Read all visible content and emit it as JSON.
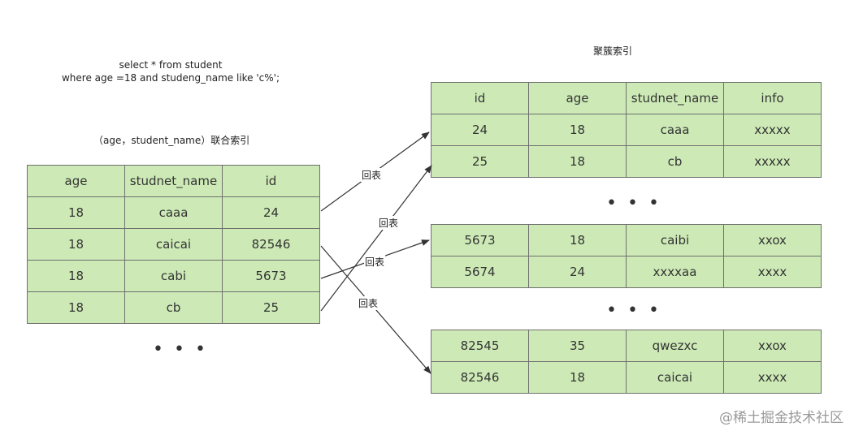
{
  "query": {
    "line1": "select * from student",
    "line2": "where age =18 and studeng_name like 'c%';"
  },
  "labels": {
    "clustered_index": "聚簇索引",
    "composite_index": "（age，student_name）联合索引",
    "table_lookup": "回表"
  },
  "composite_index_table": {
    "headers": [
      "age",
      "studnet_name",
      "id"
    ],
    "rows": [
      [
        "18",
        "caaa",
        "24"
      ],
      [
        "18",
        "caicai",
        "82546"
      ],
      [
        "18",
        "cabi",
        "5673"
      ],
      [
        "18",
        "cb",
        "25"
      ]
    ],
    "ellipsis": "• • •"
  },
  "clustered_index_table": {
    "headers": [
      "id",
      "age",
      "studnet_name",
      "info"
    ],
    "blocks": [
      [
        [
          "24",
          "18",
          "caaa",
          "xxxxx"
        ],
        [
          "25",
          "18",
          "cb",
          "xxxxx"
        ]
      ],
      [
        [
          "5673",
          "18",
          "caibi",
          "xxox"
        ],
        [
          "5674",
          "24",
          "xxxxaa",
          "xxxx"
        ]
      ],
      [
        [
          "82545",
          "35",
          "qwezxc",
          "xxox"
        ],
        [
          "82546",
          "18",
          "caicai",
          "xxxx"
        ]
      ]
    ],
    "ellipsis": "• • •"
  },
  "watermark": "@稀土掘金技术社区",
  "colors": {
    "cell_fill": "#cdeab6",
    "cell_border": "#6f6f6f",
    "arrow": "#333333"
  }
}
